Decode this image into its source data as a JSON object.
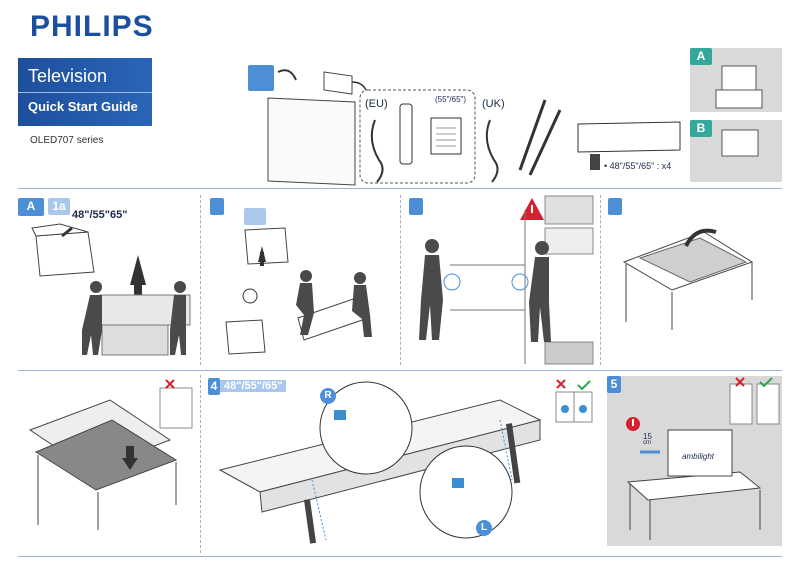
{
  "brand": {
    "logo_text": "PHILIPS",
    "product": "Television",
    "guide": "Quick Start Guide",
    "series": "OLED707 series"
  },
  "contents": {
    "eu_label": "(EU)",
    "uk_label": "(UK)",
    "sizes_small": "(55\"/65\")",
    "screws_note": "• 48\"/55\"/65\" : x4"
  },
  "side_options": {
    "a": "A",
    "b": "B"
  },
  "steps": {
    "step_a": "A",
    "step_1a": "1a",
    "sizes_1": "48\"/55\"65\"",
    "step_4": "4",
    "sizes_4": "48\"/55\"/65\"",
    "step_5": "5",
    "right_marker": "R",
    "left_marker": "L",
    "distance_value": "15",
    "distance_unit": "cm",
    "ambilight": "ambilight"
  },
  "colors": {
    "brand_blue": "#1d4fa1",
    "step_blue": "#4c8fd6",
    "step_teal": "#35a79b",
    "warn_red": "#d6202e",
    "ok_green": "#2aa84a"
  }
}
